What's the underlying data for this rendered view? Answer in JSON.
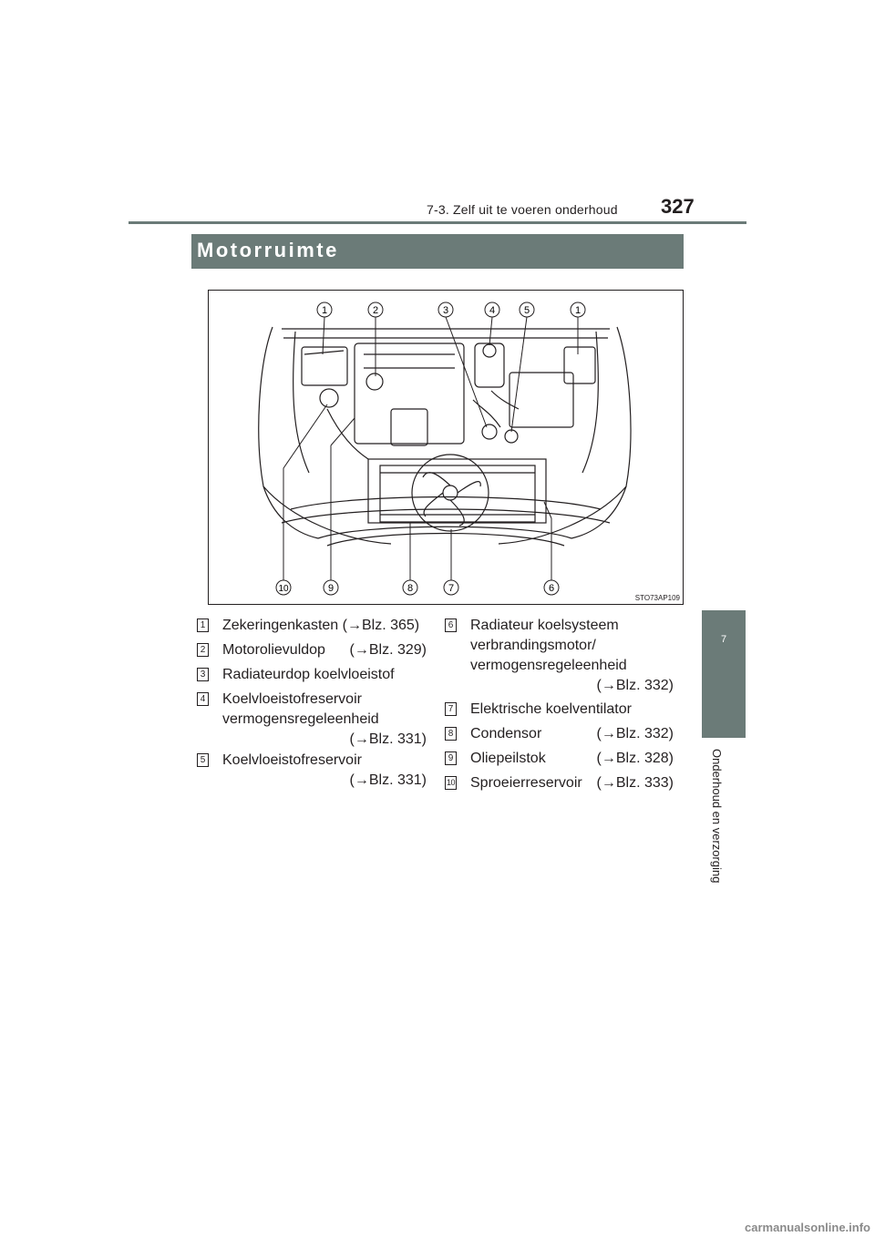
{
  "header": {
    "section_title": "7-3. Zelf uit te voeren onderhoud",
    "page_number": "327"
  },
  "side_tab": {
    "chapter_number": "7",
    "chapter_title": "Onderhoud en verzorging"
  },
  "banner": {
    "title": "Motorruimte"
  },
  "figure": {
    "code": "STO73AP109",
    "callouts_top": [
      "1",
      "2",
      "3",
      "4",
      "5",
      "1"
    ],
    "callouts_bottom": [
      "10",
      "9",
      "8",
      "7",
      "6"
    ]
  },
  "legend_left": [
    {
      "num": "1",
      "lines": [
        "Zekeringenkasten (→Blz. 365)"
      ],
      "ref": ""
    },
    {
      "num": "2",
      "lines": [
        "Motorolievuldop"
      ],
      "ref": "(→Blz. 329)"
    },
    {
      "num": "3",
      "lines": [
        "Radiateurdop koelvloeistof"
      ],
      "ref": ""
    },
    {
      "num": "4",
      "lines": [
        "Koelvloeistofreservoir",
        "vermogensregeleenheid"
      ],
      "ref": "(→Blz. 331)"
    },
    {
      "num": "5",
      "lines": [
        "Koelvloeistofreservoir"
      ],
      "ref": "(→Blz. 331)"
    }
  ],
  "legend_right": [
    {
      "num": "6",
      "lines": [
        "Radiateur koelsysteem",
        "verbrandingsmotor/",
        "vermogensregeleenheid"
      ],
      "ref": "(→Blz. 332)"
    },
    {
      "num": "7",
      "lines": [
        "Elektrische koelventilator"
      ],
      "ref": ""
    },
    {
      "num": "8",
      "lines": [
        "Condensor"
      ],
      "ref": "(→Blz. 332)"
    },
    {
      "num": "9",
      "lines": [
        "Oliepeilstok"
      ],
      "ref": "(→Blz. 328)"
    },
    {
      "num": "10",
      "lines": [
        "Sproeierreservoir"
      ],
      "ref": "(→Blz. 333)"
    }
  ],
  "watermark": "carmanualsonline.info"
}
